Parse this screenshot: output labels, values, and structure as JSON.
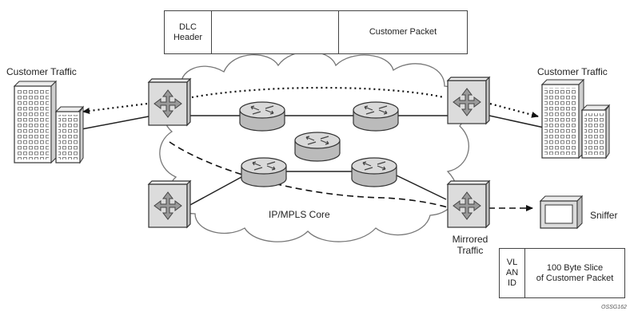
{
  "labels": {
    "customer_traffic_left": "Customer Traffic",
    "customer_traffic_right": "Customer Traffic",
    "core": "IP/MPLS Core",
    "sniffer": "Sniffer",
    "mirrored_line1": "Mirrored",
    "mirrored_line2": "Traffic",
    "figure_id": "OSSG162"
  },
  "packet_top": {
    "dlc_line1": "DLC",
    "dlc_line2": "Header",
    "payload": "Customer Packet"
  },
  "packet_bottom": {
    "vlan_line1": "VL",
    "vlan_line2": "AN",
    "vlan_line3": "ID",
    "slice_line1": "100 Byte Slice",
    "slice_line2": "of Customer Packet"
  }
}
